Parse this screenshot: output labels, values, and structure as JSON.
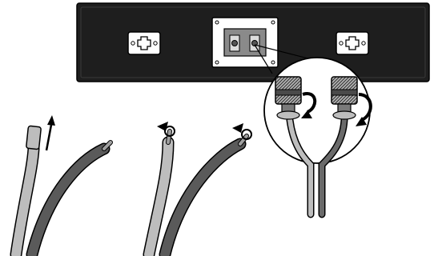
{
  "figure": {
    "kind": "speaker wire connection instructions",
    "steps": [
      {
        "name": "strip-insulation",
        "icon": "up-arrow-icon"
      },
      {
        "name": "twist-strands",
        "icon": "twist-arrow-icon"
      },
      {
        "name": "connect-to-binding-posts",
        "icon": "rotate-arrow-icon"
      }
    ],
    "colors": {
      "line": "#1a1a1a",
      "panel": "#1e1e1e",
      "wire_light": "#bdbdbd",
      "wire_dark": "#5a5a5a",
      "terminal": "#8c8c8c"
    }
  }
}
